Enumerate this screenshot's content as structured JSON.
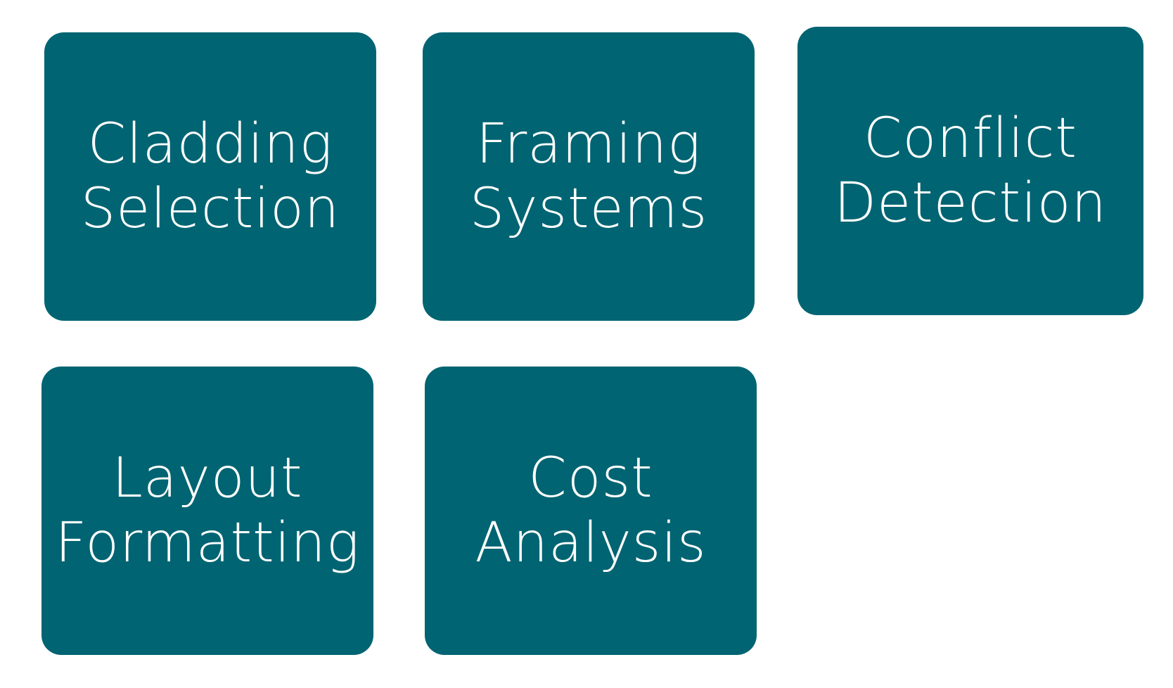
{
  "style": {
    "tile_color": "#006472",
    "text_color": "#ffffff",
    "background": "#ffffff"
  },
  "tiles": [
    {
      "line1": "Cladding",
      "line2": "Selection"
    },
    {
      "line1": "Framing",
      "line2": "Systems"
    },
    {
      "line1": "Conflict",
      "line2": "Detection"
    },
    {
      "line1": "Layout",
      "line2": "Formatting"
    },
    {
      "line1": "Cost",
      "line2": "Analysis"
    }
  ]
}
